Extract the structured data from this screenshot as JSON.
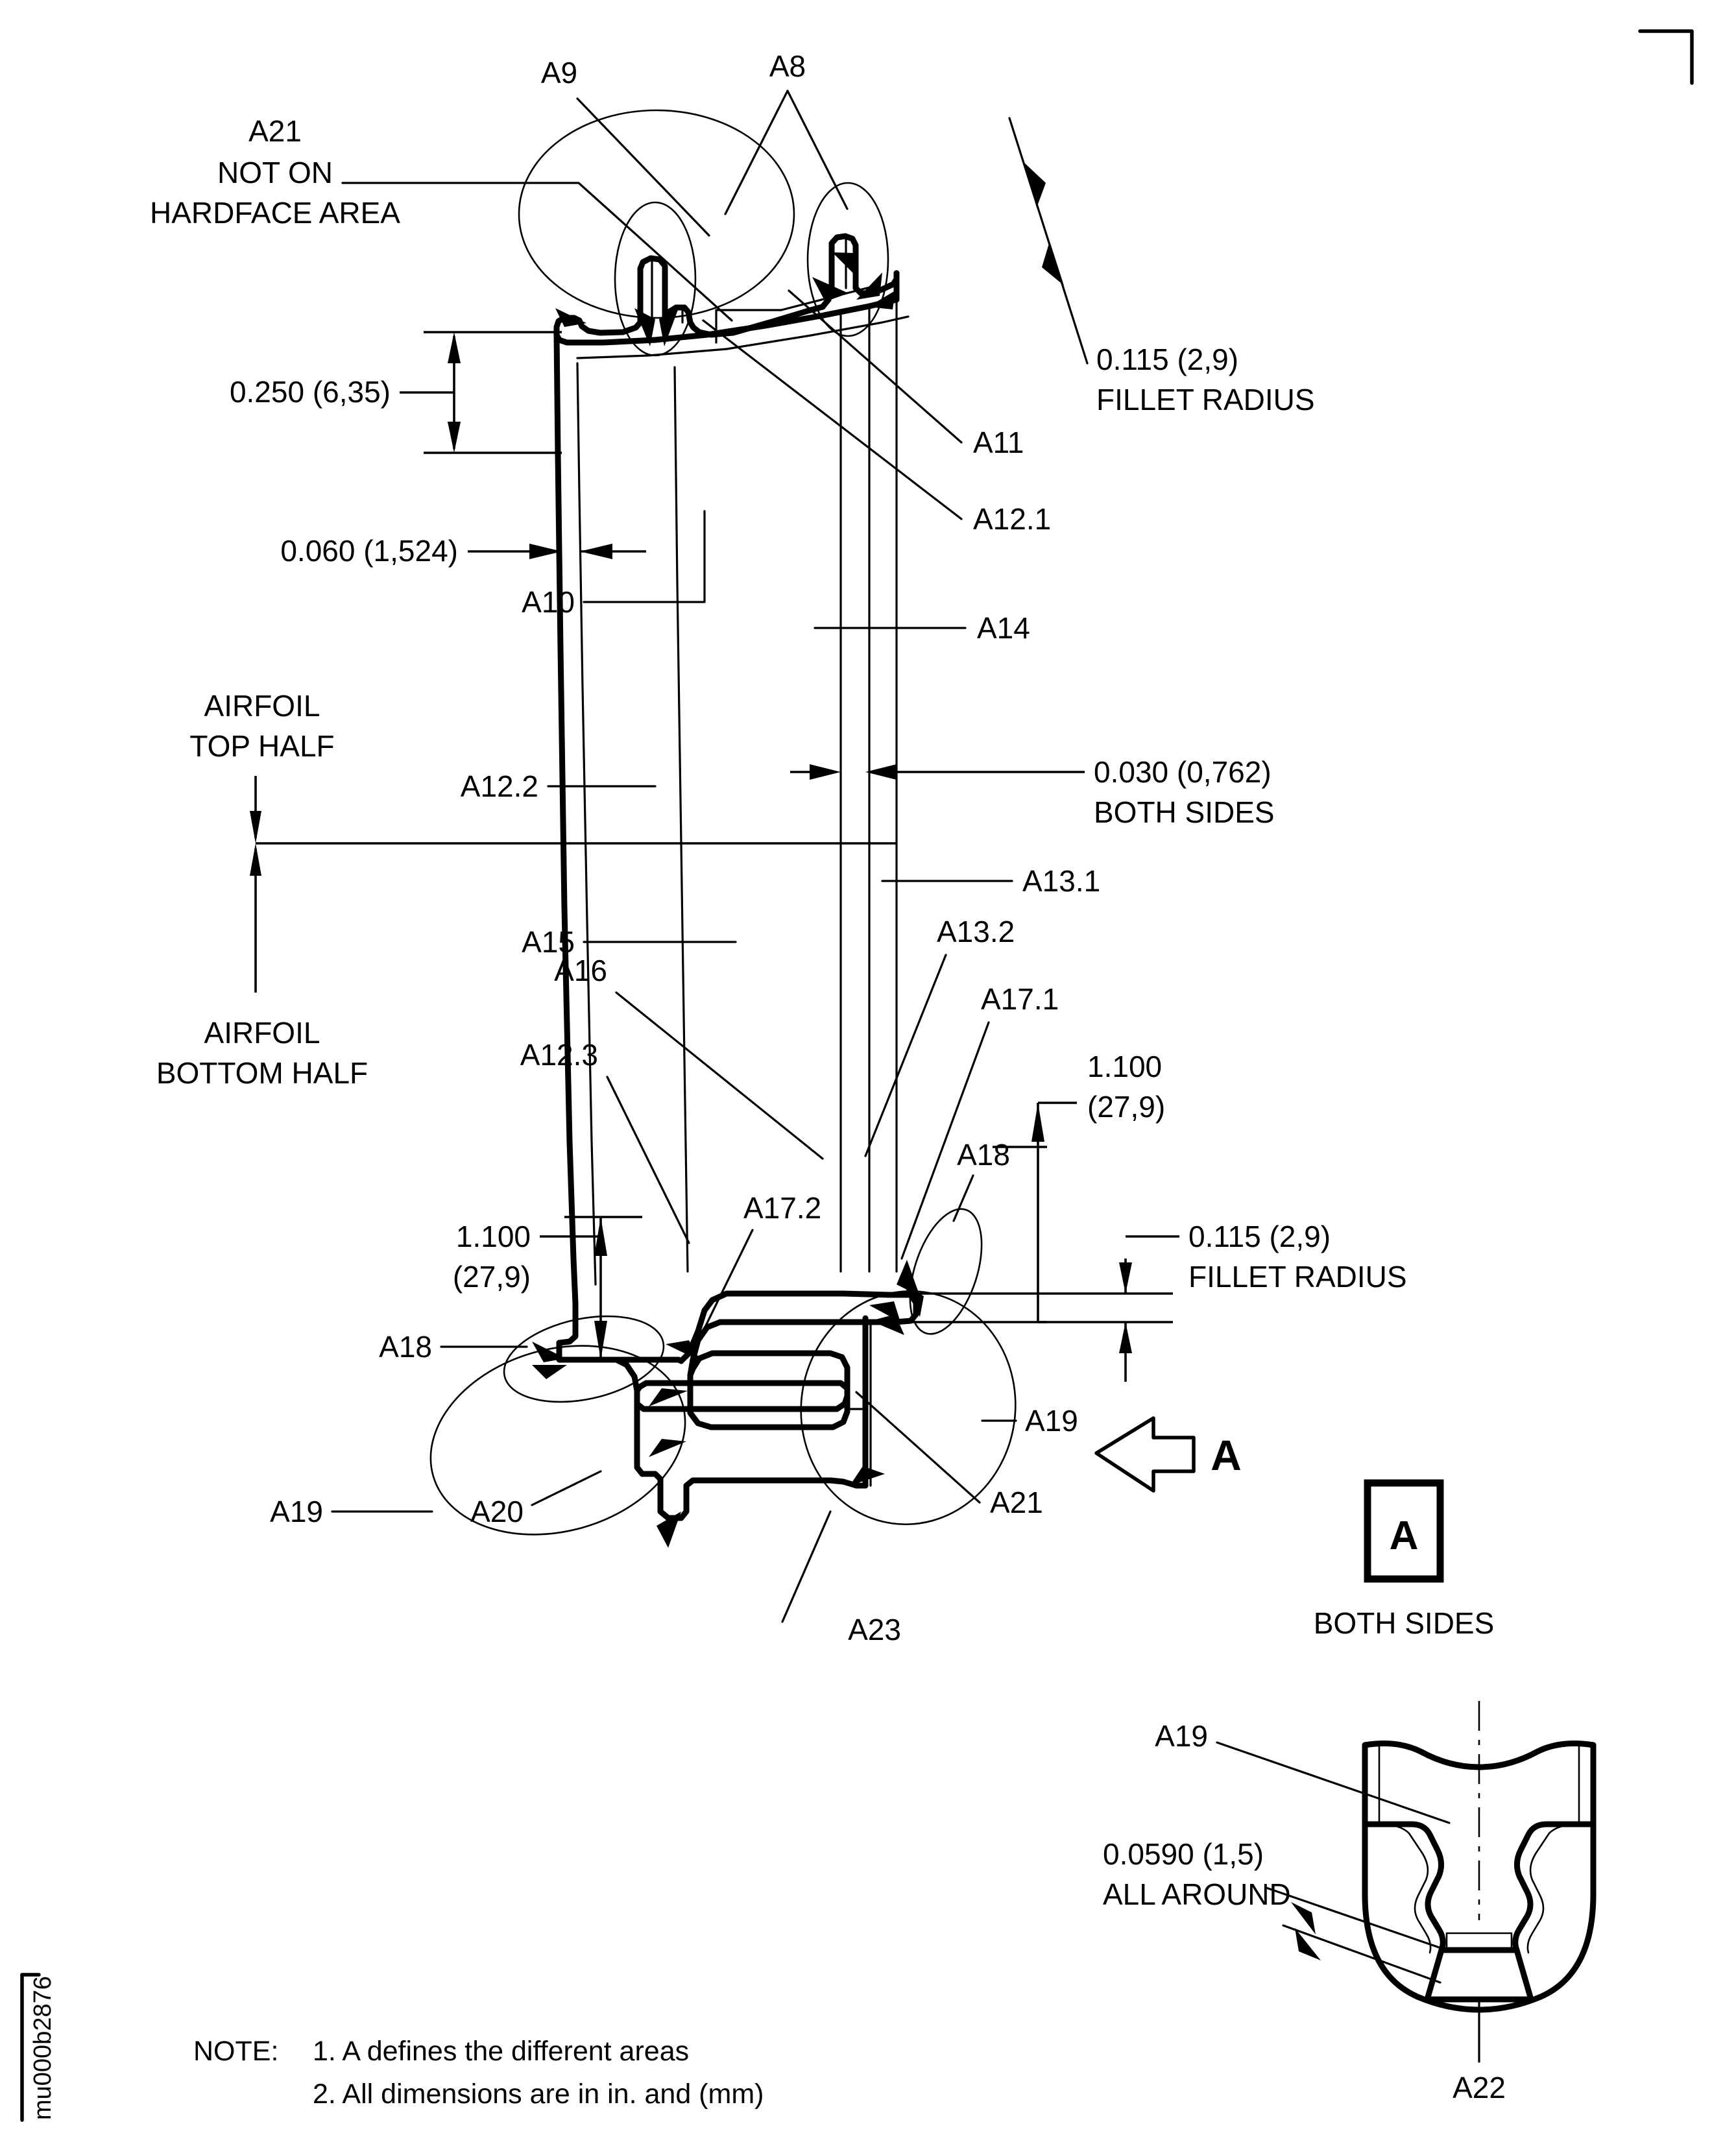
{
  "sheet": {
    "drawing_number": "mu000b2876",
    "background_color": "#ffffff",
    "line_color": "#000000"
  },
  "area_labels": {
    "a8": "A8",
    "a9": "A9",
    "a10": "A10",
    "a11": "A11",
    "a12_1": "A12.1",
    "a12_2": "A12.2",
    "a12_3": "A12.3",
    "a13_1": "A13.1",
    "a13_2": "A13.2",
    "a14": "A14",
    "a15": "A15",
    "a16": "A16",
    "a17_1": "A17.1",
    "a17_2": "A17.2",
    "a18_upper": "A18",
    "a18_lower": "A18",
    "a19_right": "A19",
    "a19_left": "A19",
    "a19_detail": "A19",
    "a20": "A20",
    "a21_top": "A21",
    "a21_root": "A21",
    "a22": "A22",
    "a23": "A23"
  },
  "callouts": {
    "not_on_hardface_line1": "NOT ON",
    "not_on_hardface_line2": "HARDFACE AREA",
    "airfoil_top_half_line1": "AIRFOIL",
    "airfoil_top_half_line2": "TOP HALF",
    "airfoil_bottom_half_line1": "AIRFOIL",
    "airfoil_bottom_half_line2": "BOTTOM HALF"
  },
  "dimensions": {
    "tip_height": "0.250 (6,35)",
    "tip_wall": "0.060 (1,524)",
    "tip_fillet_value": "0.115 (2,9)",
    "tip_fillet_note": "FILLET RADIUS",
    "wall_both_sides_value": "0.030 (0,762)",
    "wall_both_sides_note": "BOTH SIDES",
    "platform_right_value": "1.100",
    "platform_right_metric": "(27,9)",
    "platform_left_value": "1.100",
    "platform_left_metric": "(27,9)",
    "root_fillet_value": "0.115 (2,9)",
    "root_fillet_note": "FILLET RADIUS",
    "detail_all_around_value": "0.0590 (1,5)",
    "detail_all_around_note": "ALL AROUND"
  },
  "view_markers": {
    "section_arrow_letter": "A",
    "detail_box_letter": "A",
    "detail_subtitle": "BOTH SIDES"
  },
  "notes": {
    "prefix": "NOTE:",
    "item1": "1. A defines the different areas",
    "item2": "2. All dimensions are in in. and (mm)"
  }
}
